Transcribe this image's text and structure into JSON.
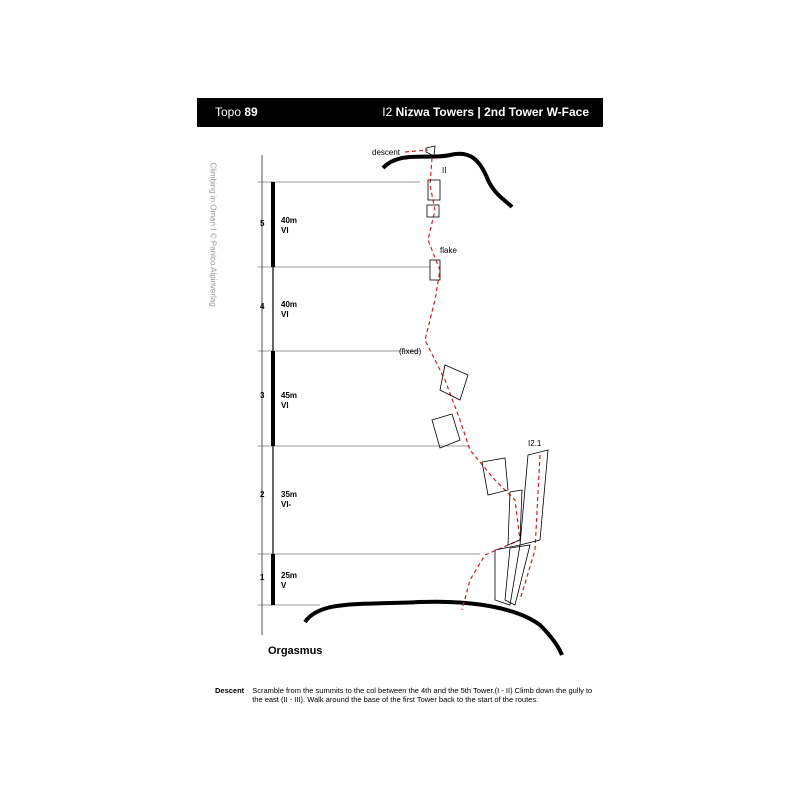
{
  "header": {
    "topo_label": "Topo",
    "topo_number": "89",
    "area_code": "I2",
    "area_name": "Nizwa Towers | 2nd Tower W-Face"
  },
  "sidebar_credit": "Climbing in Oman I © Panico Alpinverlag",
  "pitches": [
    {
      "number": "5",
      "length": "40m",
      "grade": "VI"
    },
    {
      "number": "4",
      "length": "40m",
      "grade": "VI"
    },
    {
      "number": "3",
      "length": "45m",
      "grade": "VI"
    },
    {
      "number": "2",
      "length": "35m",
      "grade": "VI-"
    },
    {
      "number": "1",
      "length": "25m",
      "grade": "V"
    }
  ],
  "topo_labels": {
    "descent": "descent",
    "summit_mark": "II",
    "flake": "flake",
    "fixed": "(fixed)",
    "variant": "I2.1"
  },
  "route_name": "Orgasmus",
  "description": {
    "label": "Descent",
    "text": "Scramble from the summits to the col between the 4th and the 5th Tower.(I - II) Climb down the gully to the east (II - III). Walk around the base of the first Tower  back to the start of the routes."
  },
  "colors": {
    "route_line": "#d42020",
    "header_bg": "#000000"
  }
}
